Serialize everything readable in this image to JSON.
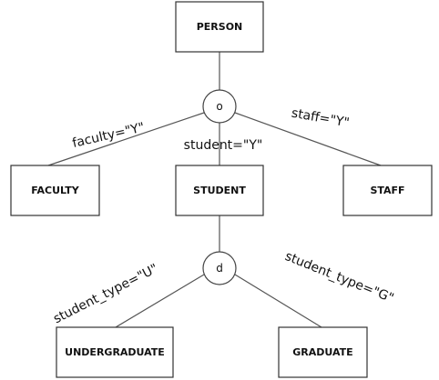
{
  "entities": {
    "person": "PERSON",
    "faculty": "FACULTY",
    "student": "STUDENT",
    "staff": "STAFF",
    "undergraduate": "UNDERGRADUATE",
    "graduate": "GRADUATE"
  },
  "specializations": {
    "overlap": "o",
    "disjoint": "d"
  },
  "conditions": {
    "faculty": "faculty=\"Y\"",
    "student": "student=\"Y\"",
    "staff": "staff=\"Y\"",
    "undergraduate": "student_type=\"U\"",
    "graduate": "student_type=\"G\""
  }
}
